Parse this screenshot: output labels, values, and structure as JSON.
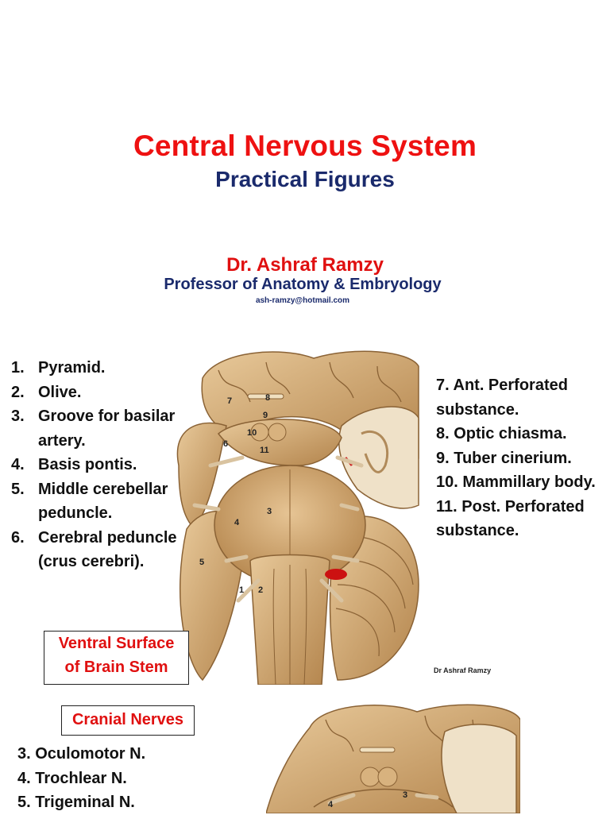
{
  "header": {
    "title": "Central Nervous System",
    "subtitle": "Practical Figures",
    "author": "Dr. Ashraf Ramzy",
    "role": "Professor of Anatomy & Embryology",
    "email": "ash-ramzy@hotmail.com"
  },
  "left_list": [
    {
      "num": "1.",
      "text": "Pyramid."
    },
    {
      "num": "2.",
      "text": "Olive."
    },
    {
      "num": "3.",
      "text": "Groove for basilar artery."
    },
    {
      "num": "4.",
      "text": "Basis pontis."
    },
    {
      "num": "5.",
      "text": "Middle cerebellar peduncle."
    },
    {
      "num": "6.",
      "text": "Cerebral peduncle (crus cerebri)."
    }
  ],
  "right_list": [
    "7. Ant. Perforated substance.",
    "8. Optic chiasma.",
    "9. Tuber cinerium.",
    "10. Mammillary body.",
    "11. Post. Perforated substance."
  ],
  "boxes": {
    "ventral_surface_line1": "Ventral Surface",
    "ventral_surface_line2": "of Brain Stem",
    "cranial_nerves": "Cranial Nerves"
  },
  "credit": "Dr  Ashraf Ramzy",
  "bottom_list": [
    "3. Oculomotor N.",
    "4. Trochlear N.",
    "5. Trigeminal N."
  ],
  "figure_labels": {
    "fig1": [
      "1",
      "2",
      "3",
      "4",
      "5",
      "6",
      "7",
      "8",
      "9",
      "10",
      "11"
    ],
    "fig2": [
      "3",
      "4"
    ]
  },
  "colors": {
    "title_red": "#ee1111",
    "navy": "#1a2a6c",
    "tissue": "#c9a06a"
  }
}
